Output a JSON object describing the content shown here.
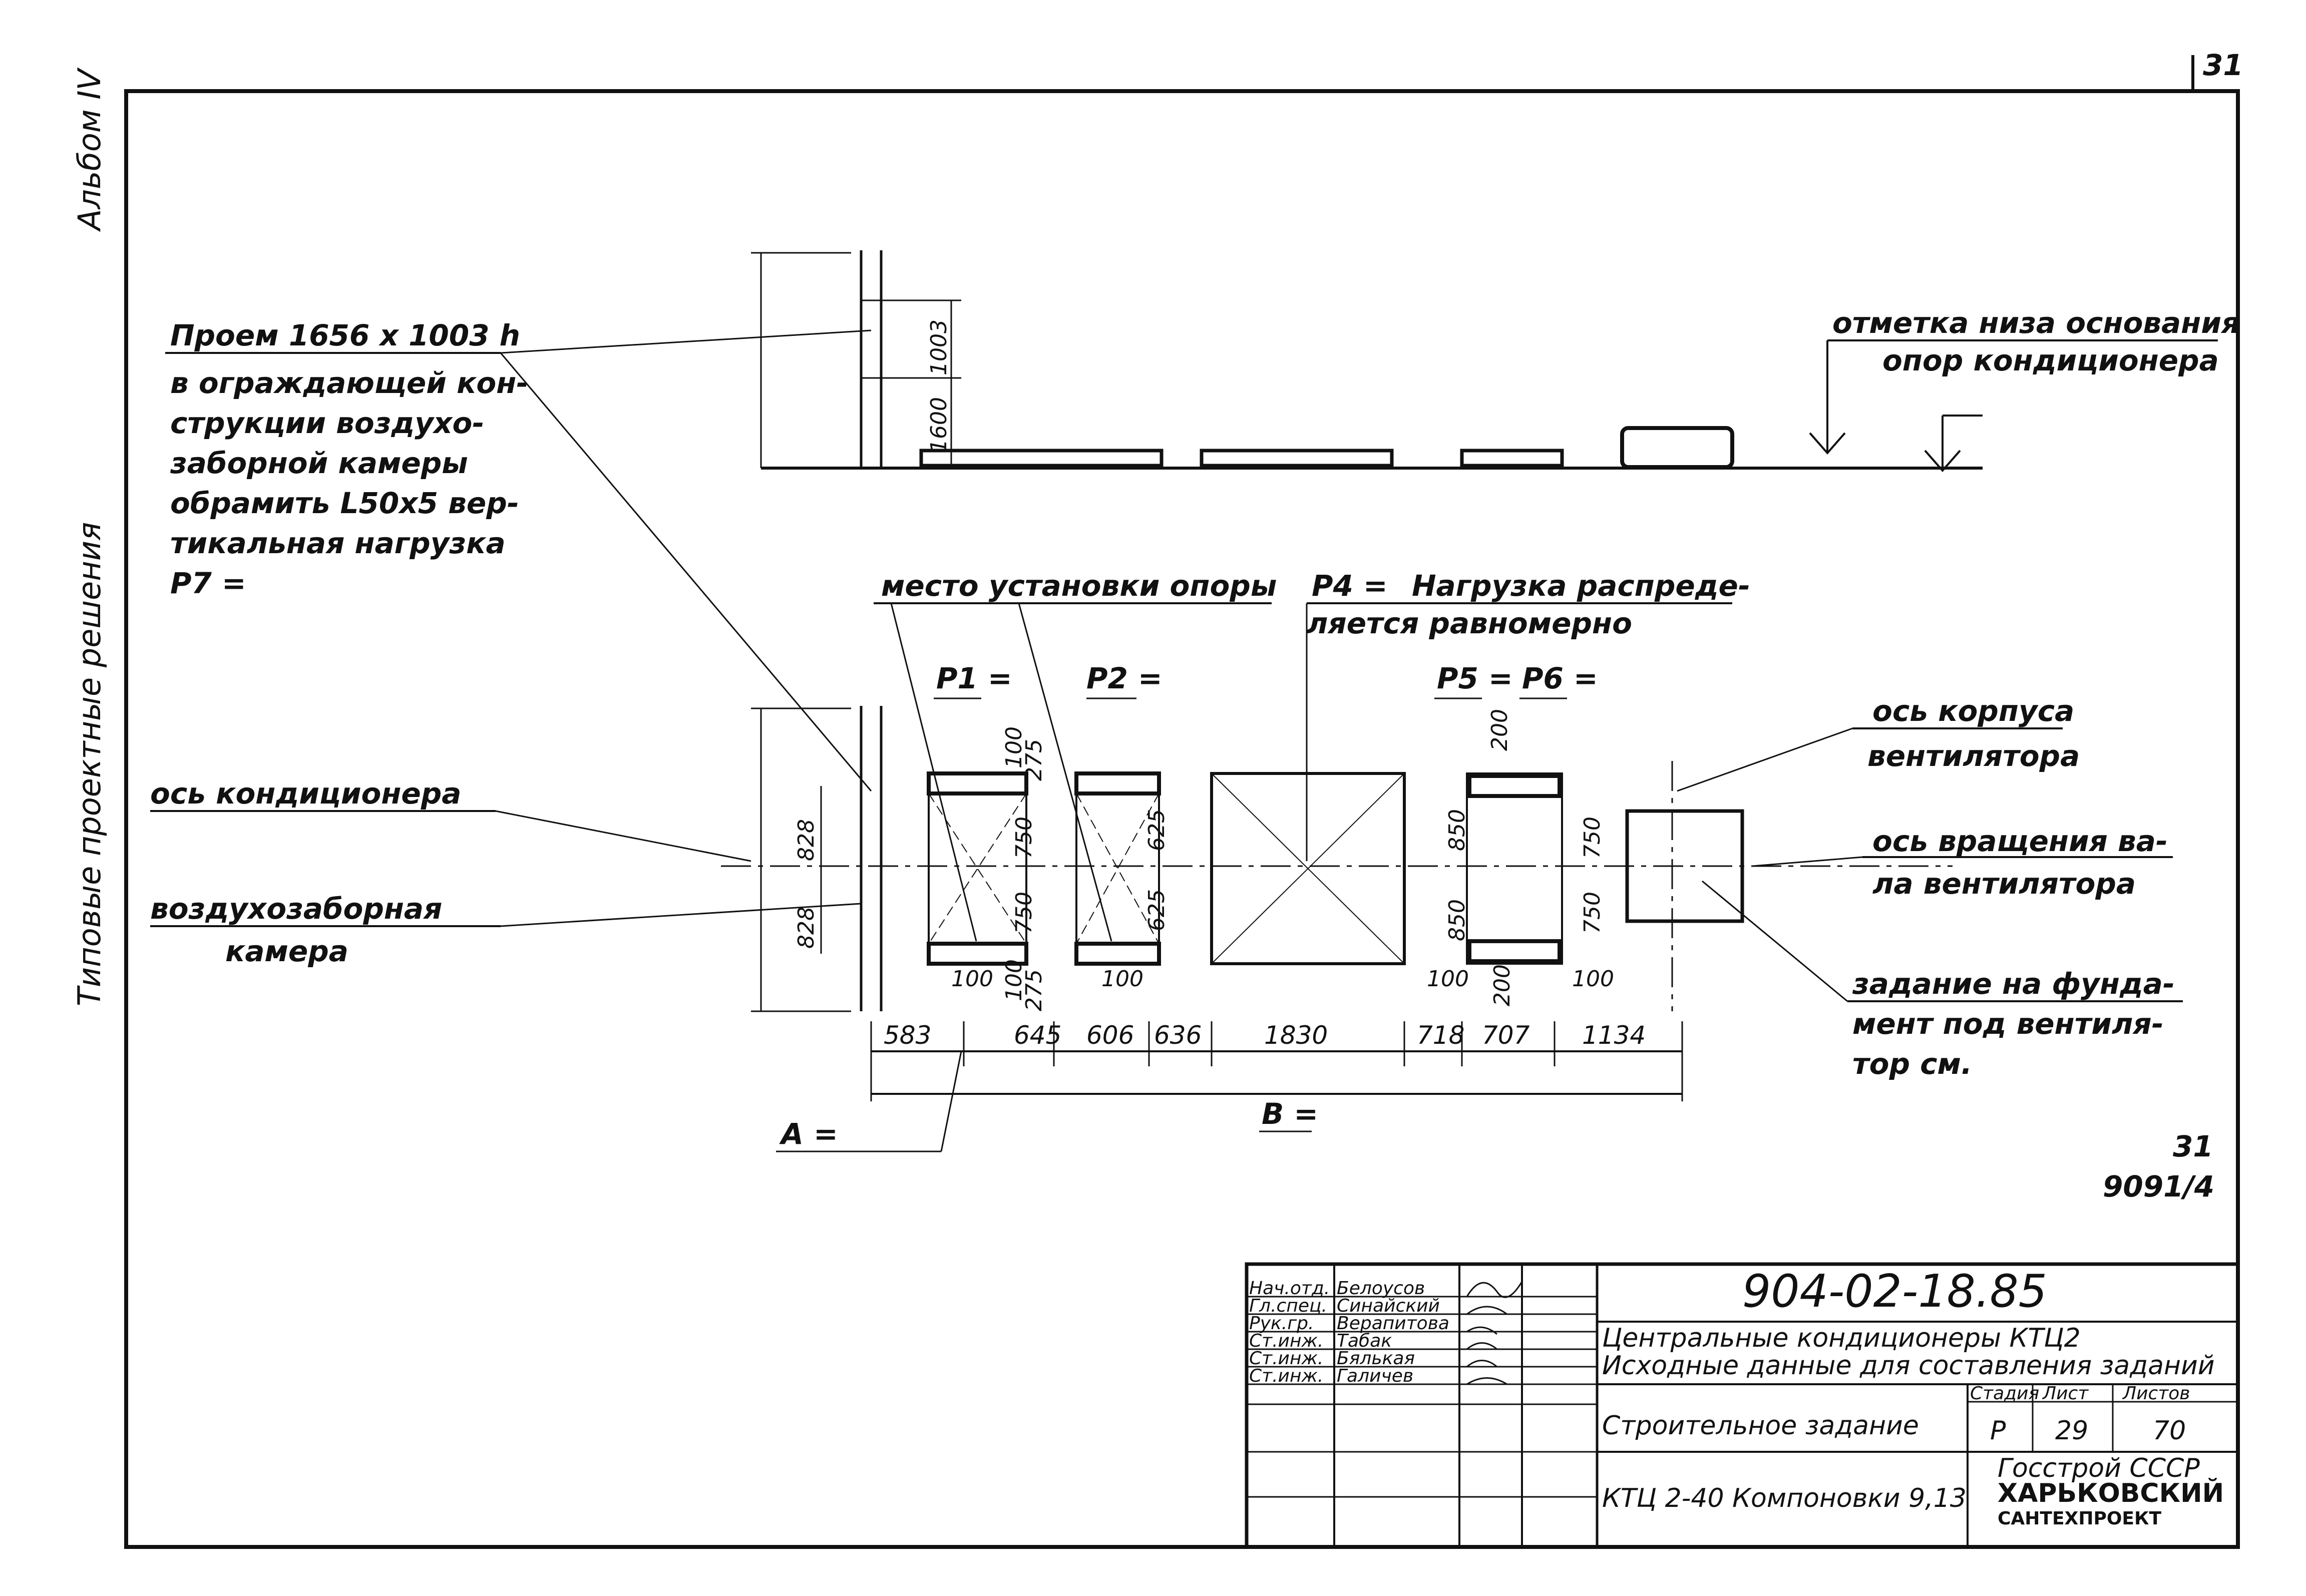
{
  "sheet": {
    "page_number": "31",
    "album_label": "Альбом IV",
    "series_label": "Типовые проектные решения"
  },
  "annotations": {
    "opening": "Проем 1656 x 1003 h",
    "opening_desc_1": "в ограждающей кон-",
    "opening_desc_2": "струкции воздухо-",
    "opening_desc_3": "заборной камеры",
    "opening_desc_4": "обрамить L50x5 вер-",
    "opening_desc_5": "тикальная нагрузка",
    "opening_desc_6": "P7 =",
    "support_place": "место установки опоры",
    "p4": "P4 =",
    "load_1": "Нагрузка распреде-",
    "load_2": "ляется равномерно",
    "p1": "P1 =",
    "p2": "P2 =",
    "p5": "P5 =",
    "p6": "P6 =",
    "axis_conditioner": "ось кондиционера",
    "air_intake_1": "воздухозаборная",
    "air_intake_2": "камера",
    "fan_body_1": "ось корпуса",
    "fan_body_2": "вентилятора",
    "shaft_1": "ось вращения ва-",
    "shaft_2": "ла вентилятора",
    "task_1": "задание на фунда-",
    "task_2": "мент под вентиля-",
    "task_3": "тор см.",
    "mark_1": "отметка низа основания",
    "mark_2": "опор кондиционера",
    "a_label": "A =",
    "b_label": "B =",
    "ref_1": "31",
    "ref_2": "9091/4"
  },
  "dimensions": {
    "horizontal": [
      "583",
      "645",
      "606",
      "636",
      "1830",
      "718",
      "707",
      "1134"
    ],
    "bottom_small": [
      "100",
      "100",
      "275",
      "100",
      "100",
      "200",
      "100"
    ],
    "vertical_left": [
      "828",
      "828"
    ],
    "elevation": [
      "1003",
      "1600"
    ],
    "support1_top": [
      "100",
      "275"
    ],
    "support1_mid": [
      "750",
      "750"
    ],
    "support2_mid": [
      "625",
      "625"
    ],
    "support5": [
      "850",
      "850",
      "200"
    ],
    "support6": [
      "750",
      "750"
    ]
  },
  "title_block": {
    "doc_number": "904-02-18.85",
    "desc_1": "Центральные кондиционеры КТЦ2",
    "desc_2": "Исходные данные для составления заданий",
    "section": "Строительное задание",
    "subtitle": "КТЦ 2-40 Компоновки 9,13",
    "stage_h": "Стадия",
    "sheet_h": "Лист",
    "sheets_h": "Листов",
    "stage": "Р",
    "sheet": "29",
    "sheets": "70",
    "org_1": "Госстрой СССР",
    "org_2": "ХАРЬКОВСКИЙ",
    "org_3": "САНТЕХПРОЕКТ",
    "signers": [
      {
        "role": "Нач.отд.",
        "name": "Белоусов"
      },
      {
        "role": "Гл.спец.",
        "name": "Синайский"
      },
      {
        "role": "Рук.гр.",
        "name": "Верапитова"
      },
      {
        "role": "Ст.инж.",
        "name": "Табак"
      },
      {
        "role": "Ст.инж.",
        "name": "Бялькая"
      },
      {
        "role": "Ст.инж.",
        "name": "Галичев"
      }
    ]
  }
}
